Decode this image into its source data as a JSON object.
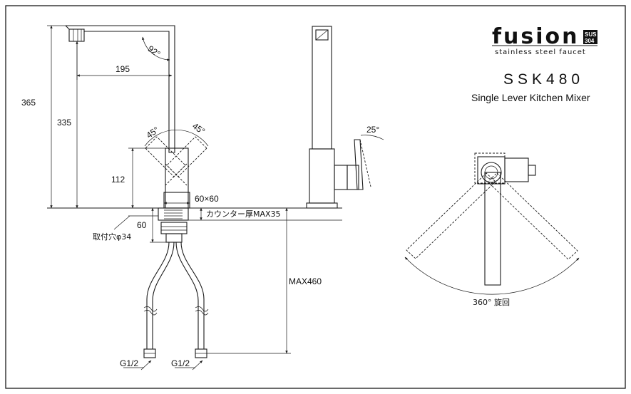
{
  "brand": {
    "name": "fusion",
    "badge_top": "SUS",
    "badge_bottom": "304",
    "tagline": "stainless steel faucet"
  },
  "product": {
    "model": "SSK480",
    "description": "Single Lever Kitchen Mixer"
  },
  "dimensions": {
    "total_height": "365",
    "spout_height": "335",
    "spout_reach": "195",
    "spout_angle": "92°",
    "lever_angle_left": "45°",
    "lever_angle_right": "45°",
    "body_height": "112",
    "base_size": "60×60",
    "counter_thickness": "カウンター厚MAX35",
    "shank_length": "60",
    "mounting_hole": "取付穴φ34",
    "hose_max": "MAX460",
    "connection_left": "G1/2",
    "connection_right": "G1/2",
    "handle_tilt": "25°",
    "rotation": "360° 旋回"
  }
}
